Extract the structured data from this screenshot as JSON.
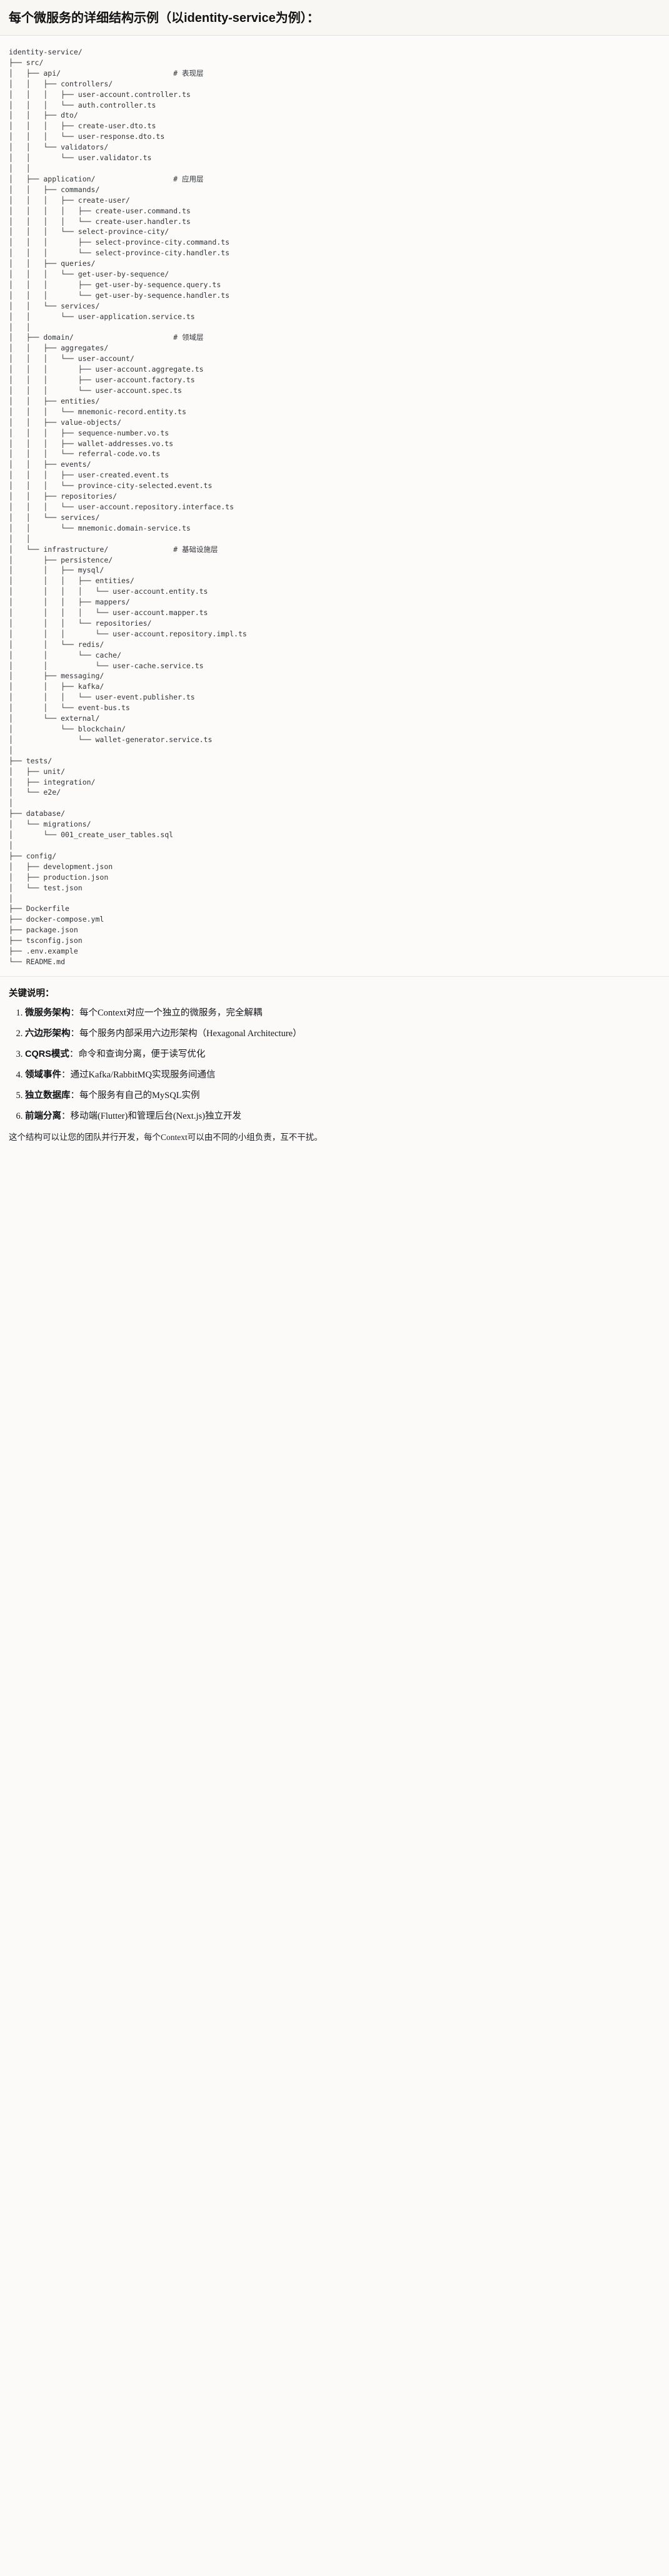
{
  "document": {
    "title": "每个微服务的详细结构示例（以identity-service为例）：",
    "tree_root": "identity-service/",
    "tree_text": "identity-service/\n├── src/\n│   ├── api/                          # 表现层\n│   │   ├── controllers/\n│   │   │   ├── user-account.controller.ts\n│   │   │   └── auth.controller.ts\n│   │   ├── dto/\n│   │   │   ├── create-user.dto.ts\n│   │   │   └── user-response.dto.ts\n│   │   └── validators/\n│   │       └── user.validator.ts\n│   │\n│   ├── application/                  # 应用层\n│   │   ├── commands/\n│   │   │   ├── create-user/\n│   │   │   │   ├── create-user.command.ts\n│   │   │   │   └── create-user.handler.ts\n│   │   │   └── select-province-city/\n│   │   │       ├── select-province-city.command.ts\n│   │   │       └── select-province-city.handler.ts\n│   │   ├── queries/\n│   │   │   └── get-user-by-sequence/\n│   │   │       ├── get-user-by-sequence.query.ts\n│   │   │       └── get-user-by-sequence.handler.ts\n│   │   └── services/\n│   │       └── user-application.service.ts\n│   │\n│   ├── domain/                       # 领域层\n│   │   ├── aggregates/\n│   │   │   └── user-account/\n│   │   │       ├── user-account.aggregate.ts\n│   │   │       ├── user-account.factory.ts\n│   │   │       └── user-account.spec.ts\n│   │   ├── entities/\n│   │   │   └── mnemonic-record.entity.ts\n│   │   ├── value-objects/\n│   │   │   ├── sequence-number.vo.ts\n│   │   │   ├── wallet-addresses.vo.ts\n│   │   │   └── referral-code.vo.ts\n│   │   ├── events/\n│   │   │   ├── user-created.event.ts\n│   │   │   └── province-city-selected.event.ts\n│   │   ├── repositories/\n│   │   │   └── user-account.repository.interface.ts\n│   │   └── services/\n│   │       └── mnemonic.domain-service.ts\n│   │\n│   └── infrastructure/               # 基础设施层\n│       ├── persistence/\n│       │   ├── mysql/\n│       │   │   ├── entities/\n│       │   │   │   └── user-account.entity.ts\n│       │   │   ├── mappers/\n│       │   │   │   └── user-account.mapper.ts\n│       │   │   └── repositories/\n│       │   │       └── user-account.repository.impl.ts\n│       │   └── redis/\n│       │       └── cache/\n│       │           └── user-cache.service.ts\n│       ├── messaging/\n│       │   ├── kafka/\n│       │   │   └── user-event.publisher.ts\n│       │   └── event-bus.ts\n│       └── external/\n│           └── blockchain/\n│               └── wallet-generator.service.ts\n│\n├── tests/\n│   ├── unit/\n│   ├── integration/\n│   └── e2e/\n│\n├── database/\n│   └── migrations/\n│       └── 001_create_user_tables.sql\n│\n├── config/\n│   ├── development.json\n│   ├── production.json\n│   └── test.json\n│\n├── Dockerfile\n├── docker-compose.yml\n├── package.json\n├── tsconfig.json\n├── .env.example\n└── README.md",
    "layer_comments": [
      "# 表现层",
      "# 应用层",
      "# 领域层",
      "# 基础设施层"
    ],
    "keys_heading": "关键说明：",
    "key_points": [
      {
        "n": "1.",
        "term": "微服务架构",
        "sep": "：",
        "desc": "每个Context对应一个独立的微服务，完全解耦"
      },
      {
        "n": "2.",
        "term": "六边形架构",
        "sep": "：",
        "desc": "每个服务内部采用六边形架构（Hexagonal Architecture）"
      },
      {
        "n": "3.",
        "term": "CQRS模式",
        "sep": "：",
        "desc": "命令和查询分离，便于读写优化"
      },
      {
        "n": "4.",
        "term": "领域事件",
        "sep": "：",
        "desc": "通过Kafka/RabbitMQ实现服务间通信"
      },
      {
        "n": "5.",
        "term": "独立数据库",
        "sep": "：",
        "desc": "每个服务有自己的MySQL实例"
      },
      {
        "n": "6.",
        "term": "前端分离",
        "sep": "：",
        "desc": "移动端(Flutter)和管理后台(Next.js)独立开发"
      }
    ],
    "closing": "这个结构可以让您的团队并行开发，每个Context可以由不同的小组负责，互不干扰。"
  },
  "colors": {
    "page_background": "#fbfaf8",
    "header_background": "#f8f7f3",
    "tree_background": "#fcfbf9",
    "text": "#1a1a1a",
    "tree_text": "#2f3338",
    "divider": "#e3e1db"
  }
}
